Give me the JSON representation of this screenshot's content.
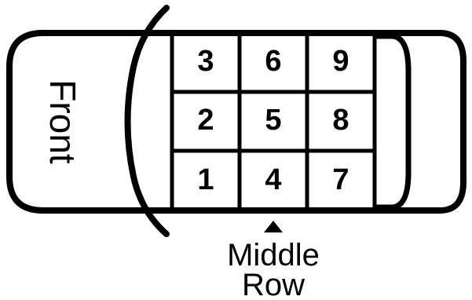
{
  "front_label": "Front",
  "middle_row_label": [
    "Middle",
    "Row"
  ],
  "seat_grid": [
    [
      "3",
      "6",
      "9"
    ],
    [
      "2",
      "5",
      "8"
    ],
    [
      "1",
      "4",
      "7"
    ]
  ]
}
